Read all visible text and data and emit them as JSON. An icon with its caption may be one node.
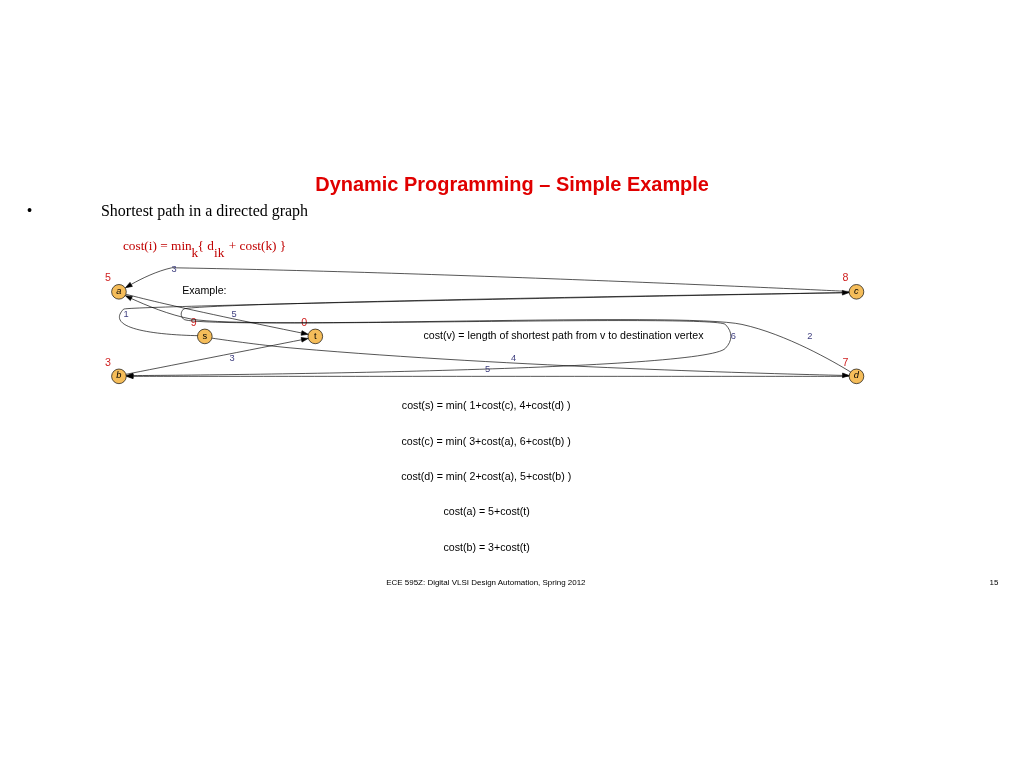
{
  "diagram": {
    "title": "Dynamic Programming – Simple Example",
    "nodes": [
      {
        "text": [
          "s"
        ],
        "beside": [
          "9"
        ]
      },
      {
        "text": [
          "c"
        ],
        "beside": [
          "8"
        ]
      },
      {
        "text": [
          "d"
        ],
        "beside": [
          "7"
        ]
      },
      {
        "text": [
          "a"
        ],
        "beside": [
          "5"
        ]
      },
      {
        "text": [
          "b"
        ],
        "beside": [
          "3"
        ]
      },
      {
        "text": [
          "t"
        ],
        "beside": [
          "0"
        ]
      }
    ],
    "edges": [
      {
        "from": 0,
        "to": 1,
        "arrow": "to",
        "label": "1"
      },
      {
        "from": 0,
        "to": 2,
        "arrow": "to",
        "label": "4"
      },
      {
        "from": 1,
        "to": 3,
        "arrow": "to",
        "label": "3"
      },
      {
        "from": 1,
        "to": 4,
        "arrow": "to",
        "label": "6"
      },
      {
        "from": 2,
        "to": 3,
        "arrow": "to",
        "label": "2"
      },
      {
        "from": 2,
        "to": 4,
        "arrow": "to",
        "label": "5"
      },
      {
        "from": 3,
        "to": 5,
        "arrow": "to",
        "label": "5"
      },
      {
        "from": 4,
        "to": 5,
        "arrow": "to",
        "label": "3"
      }
    ],
    "labels": [
      "•",
      "Shortest path in a directed graph",
      "cost(i) = min$_{k}${ d$_{ik}$ + cost(k) }",
      "Example:",
      "cost(v) = length of shortest path from v to destination vertex",
      "cost(s) = min( 1+cost(c), 4+cost(d) )",
      "cost(c) = min( 3+cost(a), 6+cost(b) )",
      "cost(d) = min( 2+cost(a), 5+cost(b) )",
      "cost(a) = 5+cost(t)",
      "cost(b) = 3+cost(t)",
      "ECE 595Z: Digital VLSI Design Automation, Spring 2012",
      "15"
    ]
  }
}
